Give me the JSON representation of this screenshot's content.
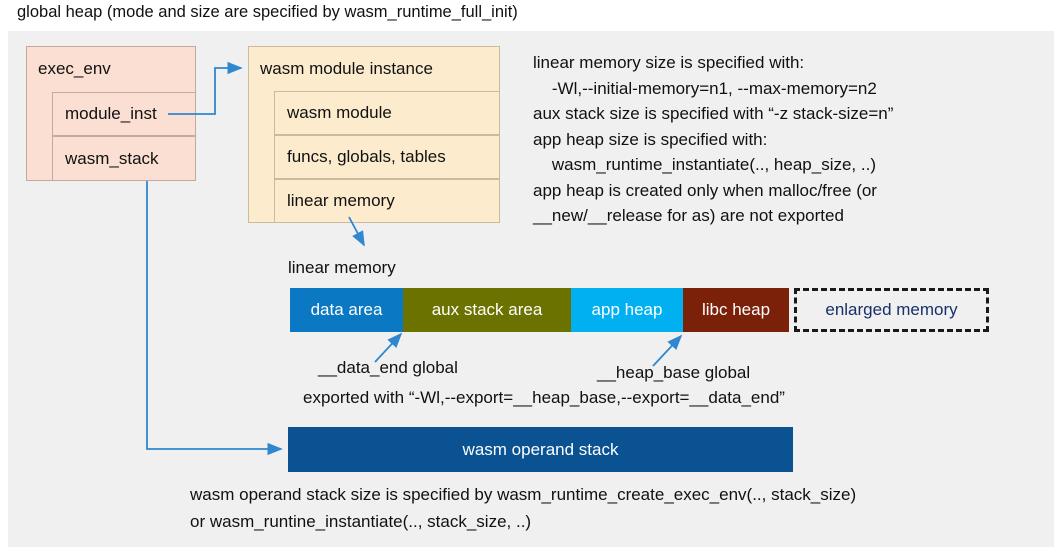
{
  "title": "global heap (mode and size are specified by wasm_runtime_full_init)",
  "colors": {
    "panel_bg": "#f0f0f0",
    "exec_env_fill": "#fbdfd2",
    "module_fill": "#fceccd",
    "data_area": "#0a78c2",
    "aux_stack_area": "#6b7200",
    "app_heap": "#00b0f0",
    "libc_heap": "#7b2009",
    "operand_stack": "#0a5291",
    "arrow": "#2e87d0",
    "enlarged_text": "#17306b"
  },
  "exec_env": {
    "header": "exec_env",
    "rows": [
      {
        "label": "module_inst"
      },
      {
        "label": "wasm_stack"
      }
    ]
  },
  "module_instance": {
    "header": "wasm module instance",
    "rows": [
      {
        "label": "wasm module"
      },
      {
        "label": "funcs, globals, tables"
      },
      {
        "label": "linear memory"
      }
    ]
  },
  "notes": {
    "right_block": "linear memory size is specified with:\n    -Wl,--initial-memory=n1, --max-memory=n2\naux stack size is specified with “-z stack-size=n”\napp heap size is specified with:\n    wasm_runtime_instantiate(.., heap_size, ..)\napp heap is created only when malloc/free (or\n__new/__release for as) are not exported",
    "bottom_block": "wasm operand stack size is specified by wasm_runtime_create_exec_env(.., stack_size)\nor wasm_runtine_instantiate(.., stack_size, ..)"
  },
  "linear_memory": {
    "label": "linear memory",
    "segments": [
      {
        "label": "data area",
        "color": "#0a78c2",
        "width": 113
      },
      {
        "label": "aux stack area",
        "color": "#6b7200",
        "width": 168
      },
      {
        "label": "app heap",
        "color": "#00b0f0",
        "width": 112
      },
      {
        "label": "libc heap",
        "color": "#7b2009",
        "width": 106
      },
      {
        "label": "enlarged memory",
        "color": "#f0f0f0",
        "width": 195
      }
    ],
    "annotations": {
      "data_end": "__data_end global",
      "heap_base": "__heap_base global",
      "exported": "exported with “-Wl,--export=__heap_base,--export=__data_end”"
    }
  },
  "operand_stack": {
    "label": "wasm operand stack"
  }
}
